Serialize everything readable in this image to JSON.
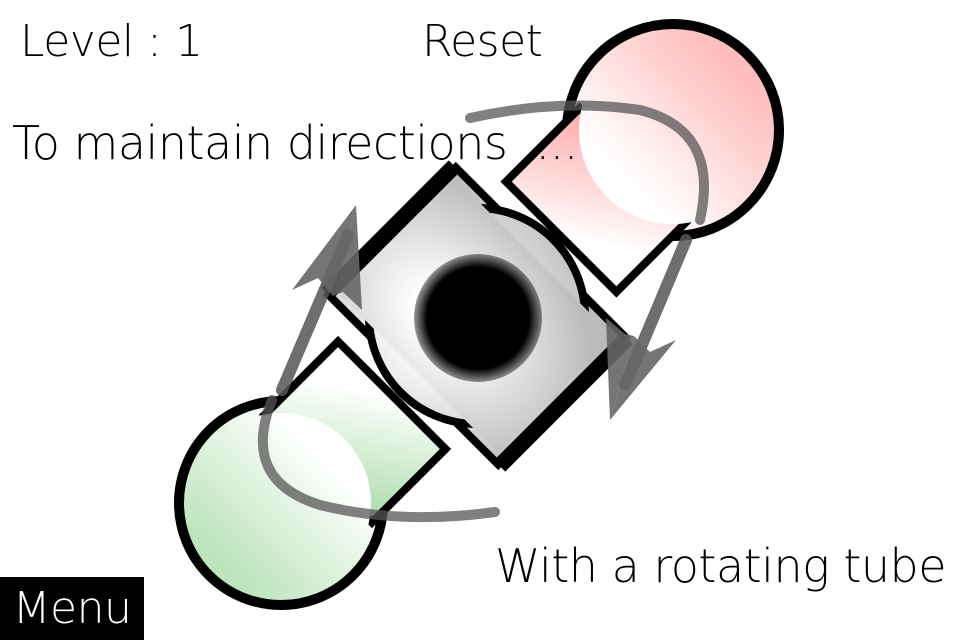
{
  "hud": {
    "level_text": "Level : 1",
    "reset_label": "Reset",
    "menu_label": "Menu"
  },
  "hints": {
    "top": "To maintain directions ....",
    "bottom": "With a rotating tube"
  },
  "colors": {
    "target_end": "#ffa8a8",
    "start_end": "#a8dca8",
    "tube": "#cfcfcf",
    "arrow": "#666666",
    "outline": "#000000"
  },
  "icons": {
    "rotate_arrows": "rotate-clockwise-icon",
    "pivot": "pivot-hole-icon"
  }
}
